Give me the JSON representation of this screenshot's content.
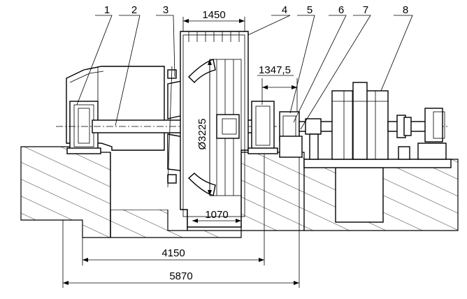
{
  "callouts": [
    "1",
    "2",
    "3",
    "4",
    "5",
    "6",
    "7",
    "8"
  ],
  "dimensions": {
    "d1450": "1450",
    "d1347": "1347,5",
    "d1070": "1070",
    "d4150": "4150",
    "d5870": "5870",
    "diameter": "Ø3225"
  }
}
